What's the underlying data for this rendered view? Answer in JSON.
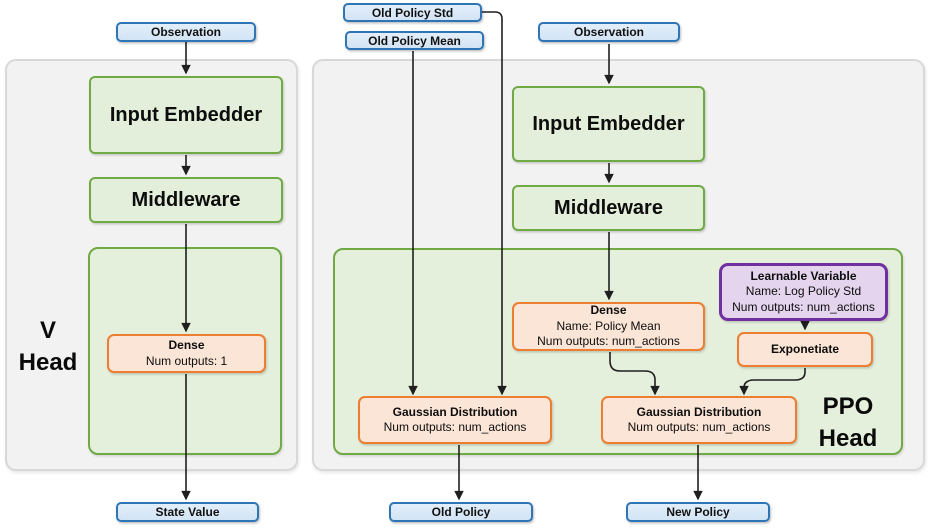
{
  "colors": {
    "io_border": "#2e75b6",
    "io_fill": "#dbe9f7",
    "process_border": "#6faa45",
    "process_fill": "#e3efda",
    "operation_border": "#ed7d31",
    "operation_fill": "#fbe5d6",
    "variable_border": "#7030a0",
    "variable_fill": "#e4d4ee",
    "panel_fill": "#f2f2f2",
    "panel_border": "#d8d8d8",
    "wire": "#1f1f1f"
  },
  "v_head": {
    "label": "V\nHead",
    "observation": "Observation",
    "input_embedder": "Input Embedder",
    "middleware": "Middleware",
    "dense": {
      "title": "Dense",
      "outputs": "Num outputs: 1"
    },
    "state_value": "State Value"
  },
  "ppo_head": {
    "label": "PPO\nHead",
    "old_policy_std": "Old Policy Std",
    "old_policy_mean": "Old Policy Mean",
    "observation": "Observation",
    "input_embedder": "Input Embedder",
    "middleware": "Middleware",
    "dense": {
      "title": "Dense",
      "name": "Name: Policy Mean",
      "outputs": "Num outputs: num_actions"
    },
    "learnable_variable": {
      "title": "Learnable Variable",
      "name": "Name: Log Policy Std",
      "outputs": "Num outputs: num_actions"
    },
    "exponetiate": "Exponetiate",
    "gaussian_old": {
      "title": "Gaussian Distribution",
      "outputs": "Num outputs: num_actions"
    },
    "gaussian_new": {
      "title": "Gaussian Distribution",
      "outputs": "Num outputs: num_actions"
    },
    "old_policy": "Old Policy",
    "new_policy": "New Policy"
  }
}
